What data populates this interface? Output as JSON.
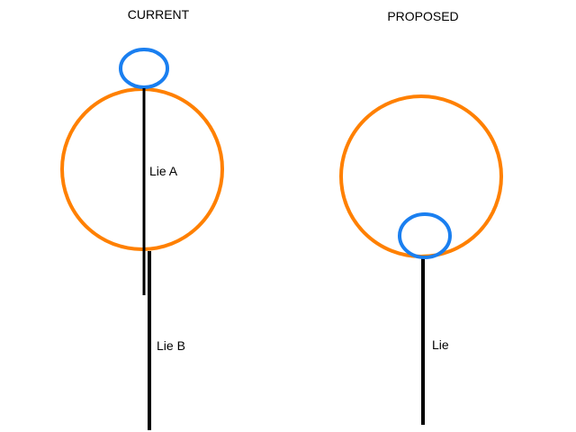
{
  "panels": {
    "current": {
      "title": "CURRENT",
      "label_a": "Lie A",
      "label_b": "Lie B"
    },
    "proposed": {
      "title": "PROPOSED",
      "label": "Lie"
    }
  },
  "colors": {
    "orange": "#ff8000",
    "blue": "#1a7ff0",
    "line": "#000000"
  }
}
